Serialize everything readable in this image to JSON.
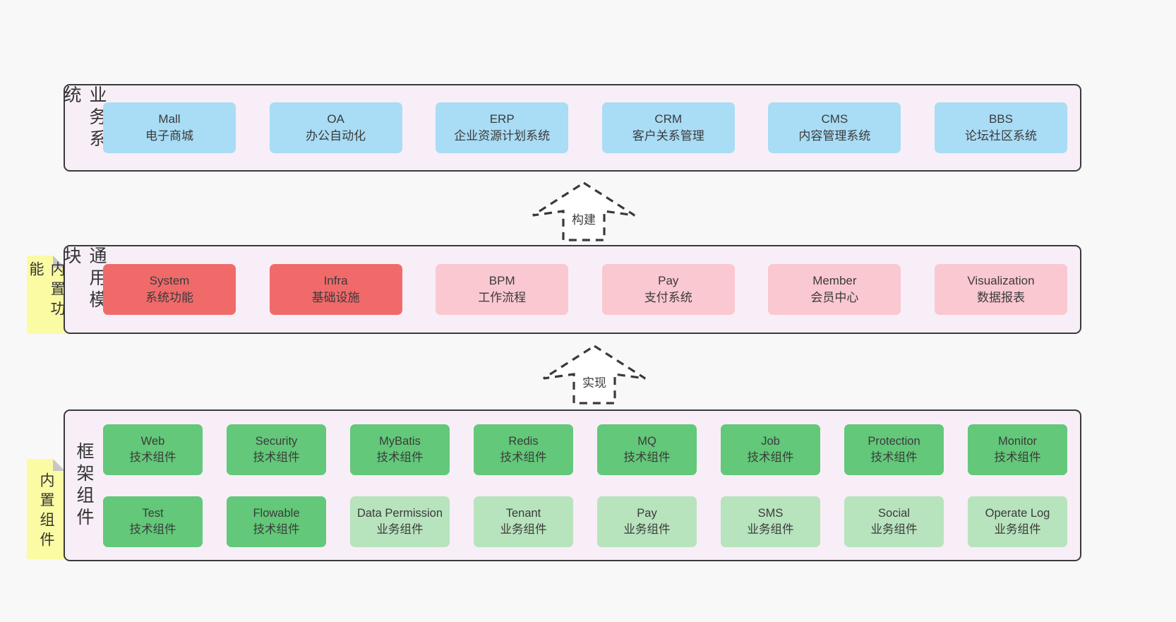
{
  "palette": {
    "page_bg": "#f8f8f8",
    "layer_bg": "#f8eef7",
    "layer_border": "#3a3a3a",
    "blue": "#a9dcf5",
    "red": "#f06a6a",
    "pink": "#fac8d1",
    "green": "#63c879",
    "light_green": "#b7e3bd",
    "sticky_yellow": "#fbfba4",
    "sticky_fold": "#c6c6c6",
    "text": "#3b3b3b"
  },
  "arrows": [
    {
      "label": "构建"
    },
    {
      "label": "实现"
    }
  ],
  "stickies": [
    {
      "label": "内置功能"
    },
    {
      "label": "内置组件"
    }
  ],
  "layers": [
    {
      "label": "业务系统",
      "rows": [
        [
          {
            "title": "Mall",
            "subtitle": "电子商城",
            "variant": "blue"
          },
          {
            "title": "OA",
            "subtitle": "办公自动化",
            "variant": "blue"
          },
          {
            "title": "ERP",
            "subtitle": "企业资源计划系统",
            "variant": "blue"
          },
          {
            "title": "CRM",
            "subtitle": "客户关系管理",
            "variant": "blue"
          },
          {
            "title": "CMS",
            "subtitle": "内容管理系统",
            "variant": "blue"
          },
          {
            "title": "BBS",
            "subtitle": "论坛社区系统",
            "variant": "blue"
          }
        ]
      ]
    },
    {
      "label": "通用模块",
      "rows": [
        [
          {
            "title": "System",
            "subtitle": "系统功能",
            "variant": "red"
          },
          {
            "title": "Infra",
            "subtitle": "基础设施",
            "variant": "red"
          },
          {
            "title": "BPM",
            "subtitle": "工作流程",
            "variant": "pink"
          },
          {
            "title": "Pay",
            "subtitle": "支付系统",
            "variant": "pink"
          },
          {
            "title": "Member",
            "subtitle": "会员中心",
            "variant": "pink"
          },
          {
            "title": "Visualization",
            "subtitle": "数据报表",
            "variant": "pink"
          }
        ]
      ]
    },
    {
      "label": "框架组件",
      "rows": [
        [
          {
            "title": "Web",
            "subtitle": "技术组件",
            "variant": "green"
          },
          {
            "title": "Security",
            "subtitle": "技术组件",
            "variant": "green"
          },
          {
            "title": "MyBatis",
            "subtitle": "技术组件",
            "variant": "green"
          },
          {
            "title": "Redis",
            "subtitle": "技术组件",
            "variant": "green"
          },
          {
            "title": "MQ",
            "subtitle": "技术组件",
            "variant": "green"
          },
          {
            "title": "Job",
            "subtitle": "技术组件",
            "variant": "green"
          },
          {
            "title": "Protection",
            "subtitle": "技术组件",
            "variant": "green"
          },
          {
            "title": "Monitor",
            "subtitle": "技术组件",
            "variant": "green"
          }
        ],
        [
          {
            "title": "Test",
            "subtitle": "技术组件",
            "variant": "green"
          },
          {
            "title": "Flowable",
            "subtitle": "技术组件",
            "variant": "green"
          },
          {
            "title": "Data Permission",
            "subtitle": "业务组件",
            "variant": "light_green"
          },
          {
            "title": "Tenant",
            "subtitle": "业务组件",
            "variant": "light_green"
          },
          {
            "title": "Pay",
            "subtitle": "业务组件",
            "variant": "light_green"
          },
          {
            "title": "SMS",
            "subtitle": "业务组件",
            "variant": "light_green"
          },
          {
            "title": "Social",
            "subtitle": "业务组件",
            "variant": "light_green"
          },
          {
            "title": "Operate Log",
            "subtitle": "业务组件",
            "variant": "light_green"
          }
        ]
      ]
    }
  ]
}
